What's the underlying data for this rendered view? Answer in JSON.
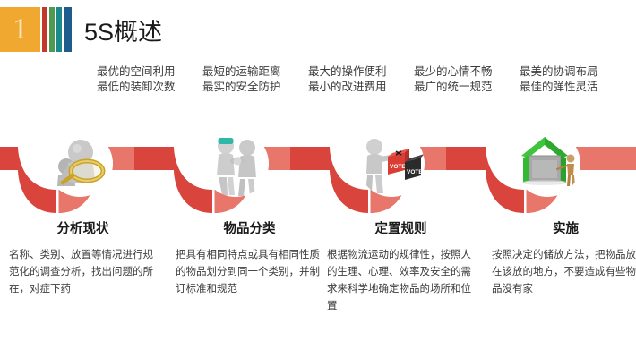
{
  "header": {
    "number": "1",
    "title": "5S概述",
    "number_box_color": "#F0A830",
    "stripe_colors": [
      "#C0392B",
      "#4E9A51",
      "#1B8A8F",
      "#1F5C8B"
    ]
  },
  "bullets": {
    "columns": [
      {
        "line1": "最优的空间利用",
        "line2": "最低的装卸次数"
      },
      {
        "line1": "最短的运输距离",
        "line2": "最实的安全防护"
      },
      {
        "line1": "最大的操作便利",
        "line2": "最小的改进费用"
      },
      {
        "line1": "最少的心情不畅",
        "line2": "最广的统一规范"
      },
      {
        "line1": "最美的协调布局",
        "line2": "最佳的弹性灵活"
      }
    ]
  },
  "wave": {
    "dark_color": "#D9453C",
    "light_color": "#E8766A"
  },
  "icons": [
    {
      "name": "figure-with-magnifier-icon"
    },
    {
      "name": "two-figures-sorting-icon"
    },
    {
      "name": "figure-with-vote-boxes-icon"
    },
    {
      "name": "green-house-icon"
    }
  ],
  "steps": [
    {
      "title": "分析现状",
      "body": "名称、类别、放置等情况进行规范化的调查分析，找出问题的所在，对症下药"
    },
    {
      "title": "物品分类",
      "body": "把具有相同特点或具有相同性质的物品划分到同一个类别，并制订标准和规范"
    },
    {
      "title": "定置规则",
      "body": "根据物流运动的规律性，按照人的生理、心理、效率及安全的需求来科学地确定物品的场所和位置"
    },
    {
      "title": "实施",
      "body": "按照决定的储放方法，把物品放在该放的地方，不要造成有些物品没有家"
    }
  ]
}
